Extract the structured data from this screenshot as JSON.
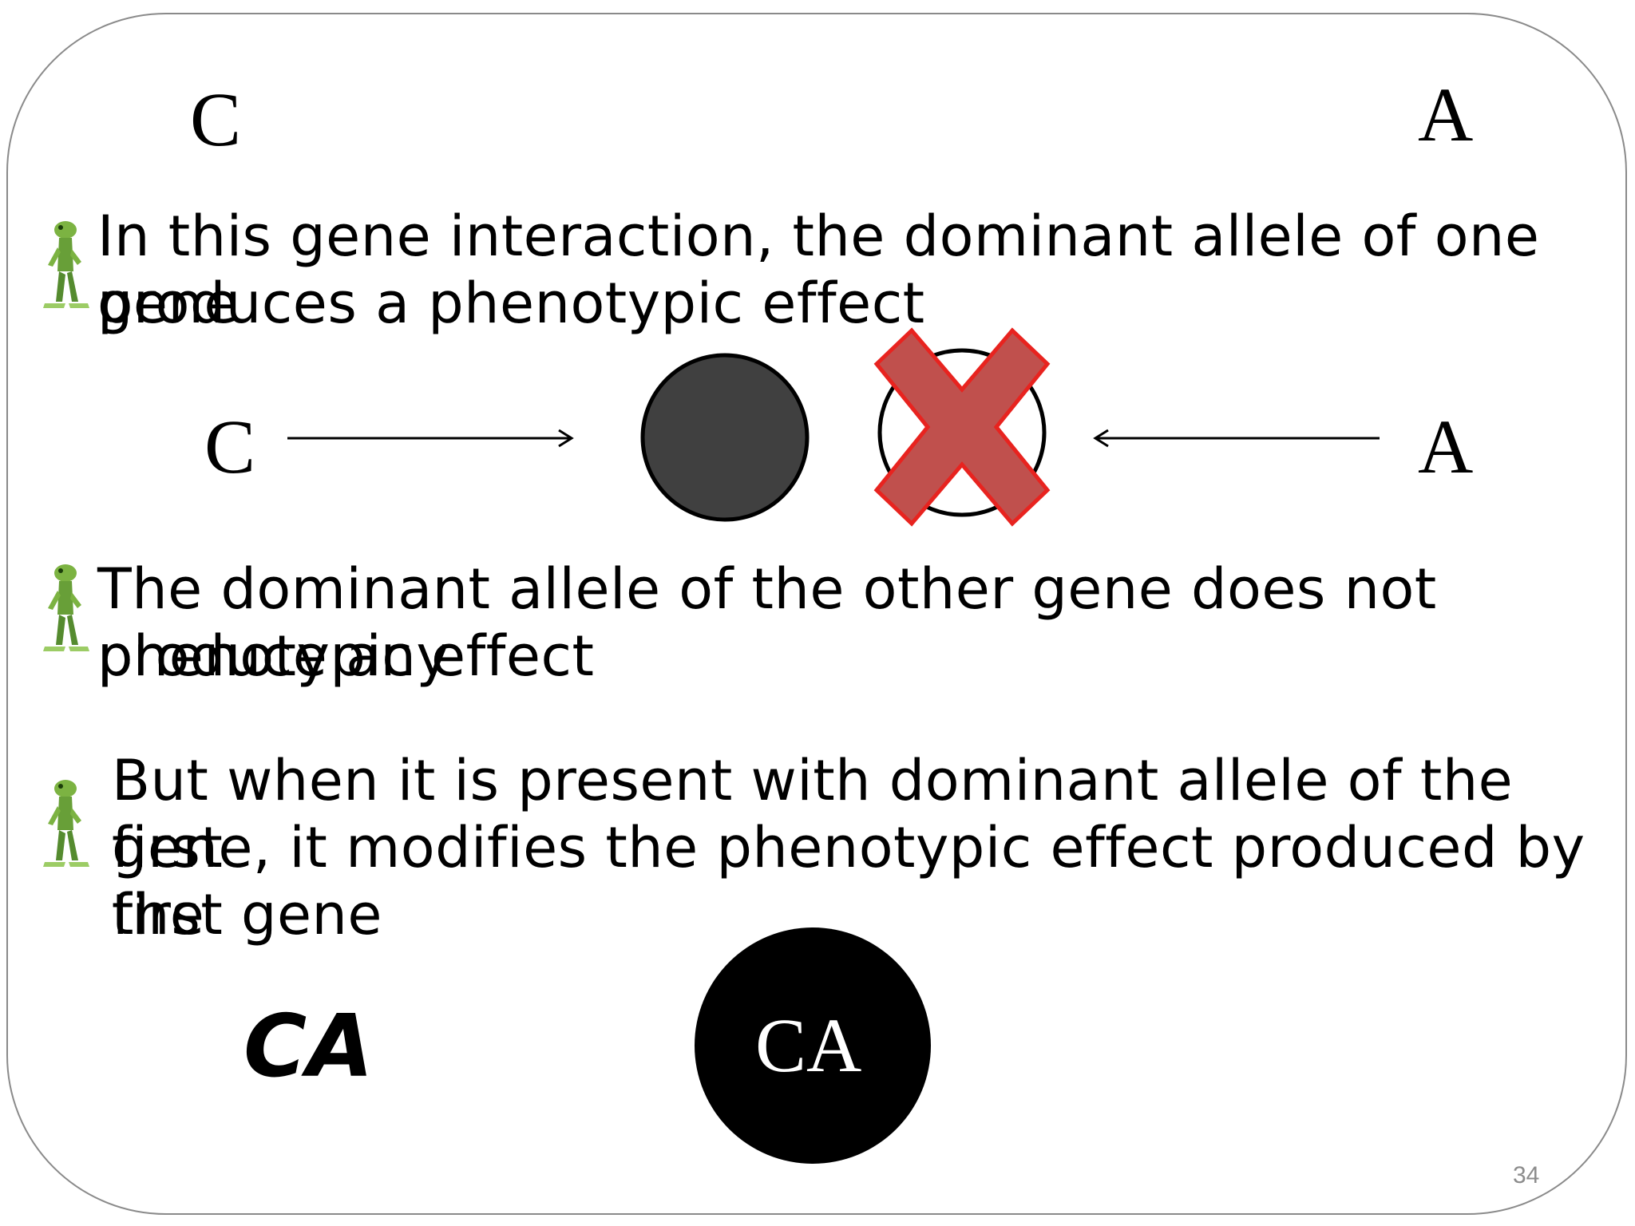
{
  "slide": {
    "top_left_letter": "C",
    "top_right_letter": "A",
    "bullets": [
      {
        "text_lines": [
          "In this gene interaction, the dominant allele of one gene",
          "produces a phenotypic effect"
        ]
      },
      {
        "text_lines": [
          "The dominant allele of the other gene does not produce any",
          "phenotypic effect"
        ]
      },
      {
        "text_lines": [
          "But when it is present with dominant allele of the first",
          "gene, it modifies the phenotypic effect produced by the",
          "first gene"
        ]
      }
    ],
    "diagram": {
      "left_letter": "C",
      "right_letter": "A",
      "left_circle_color": "#404040",
      "right_circle_color": "#ffffff",
      "cross_color": "#c0504d",
      "cross_border_color": "#e8231f"
    },
    "combined_label": "CA",
    "combined_circle_label": "CA",
    "combined_circle_color": "#000000",
    "slide_number": "34",
    "bullet_icon": "green-alien-figure-icon"
  }
}
